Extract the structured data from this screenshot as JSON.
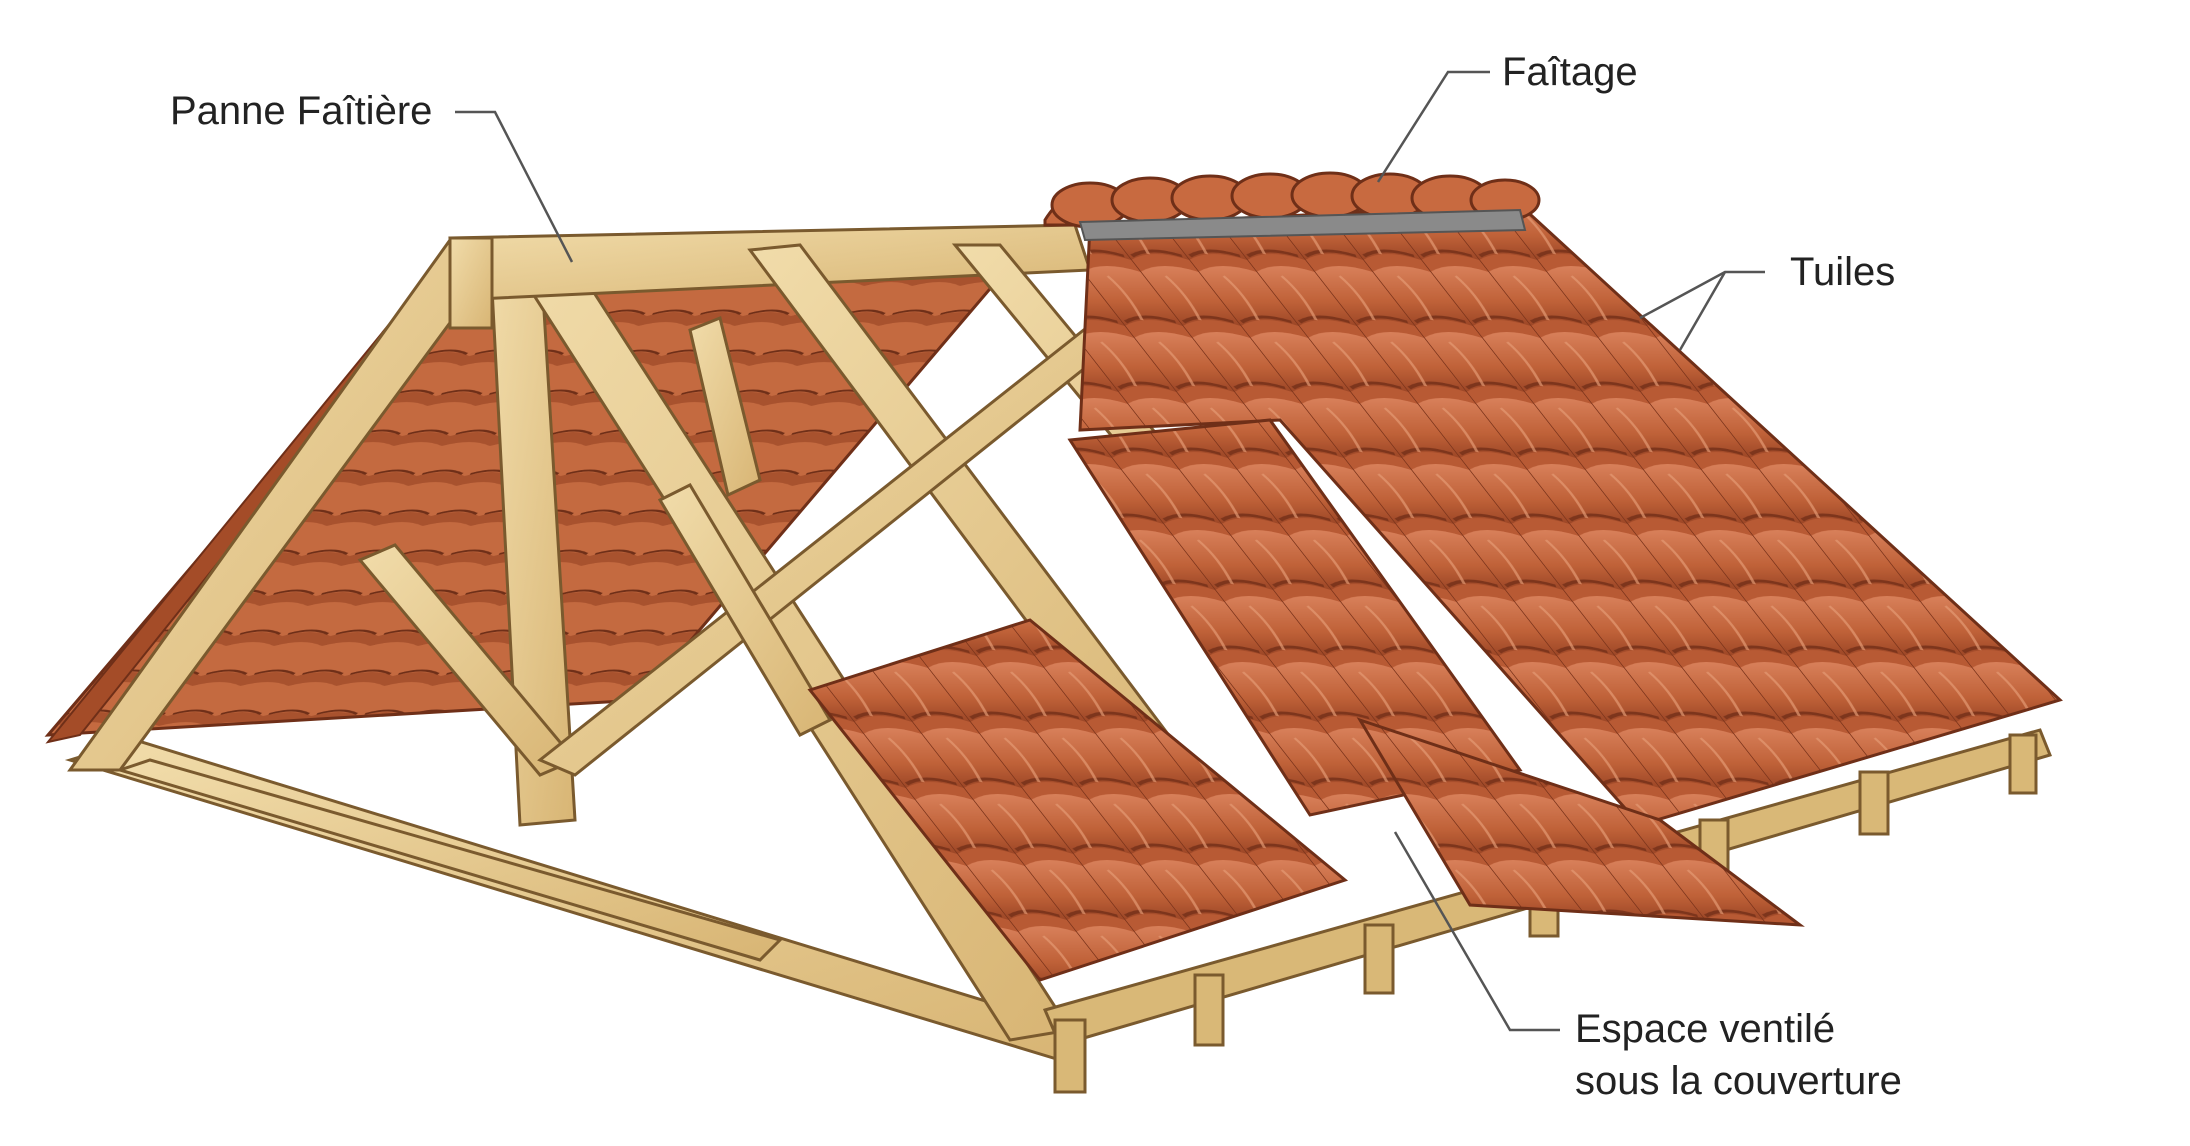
{
  "diagram": {
    "labels": {
      "panne_faitiere": "Panne Faîtière",
      "faitage": "Faîtage",
      "tuiles": "Tuiles",
      "espace_line1": "Espace ventilé",
      "espace_line2": "sous la couverture"
    }
  },
  "colors": {
    "wood_light": "#ecd39c",
    "wood_mid": "#d9b877",
    "wood_shadow": "#c49a5b",
    "wood_outline": "#7a5a2e",
    "tile_light": "#d1754b",
    "tile_mid": "#b85a34",
    "tile_dark": "#8f3f22",
    "leader": "#555555"
  }
}
